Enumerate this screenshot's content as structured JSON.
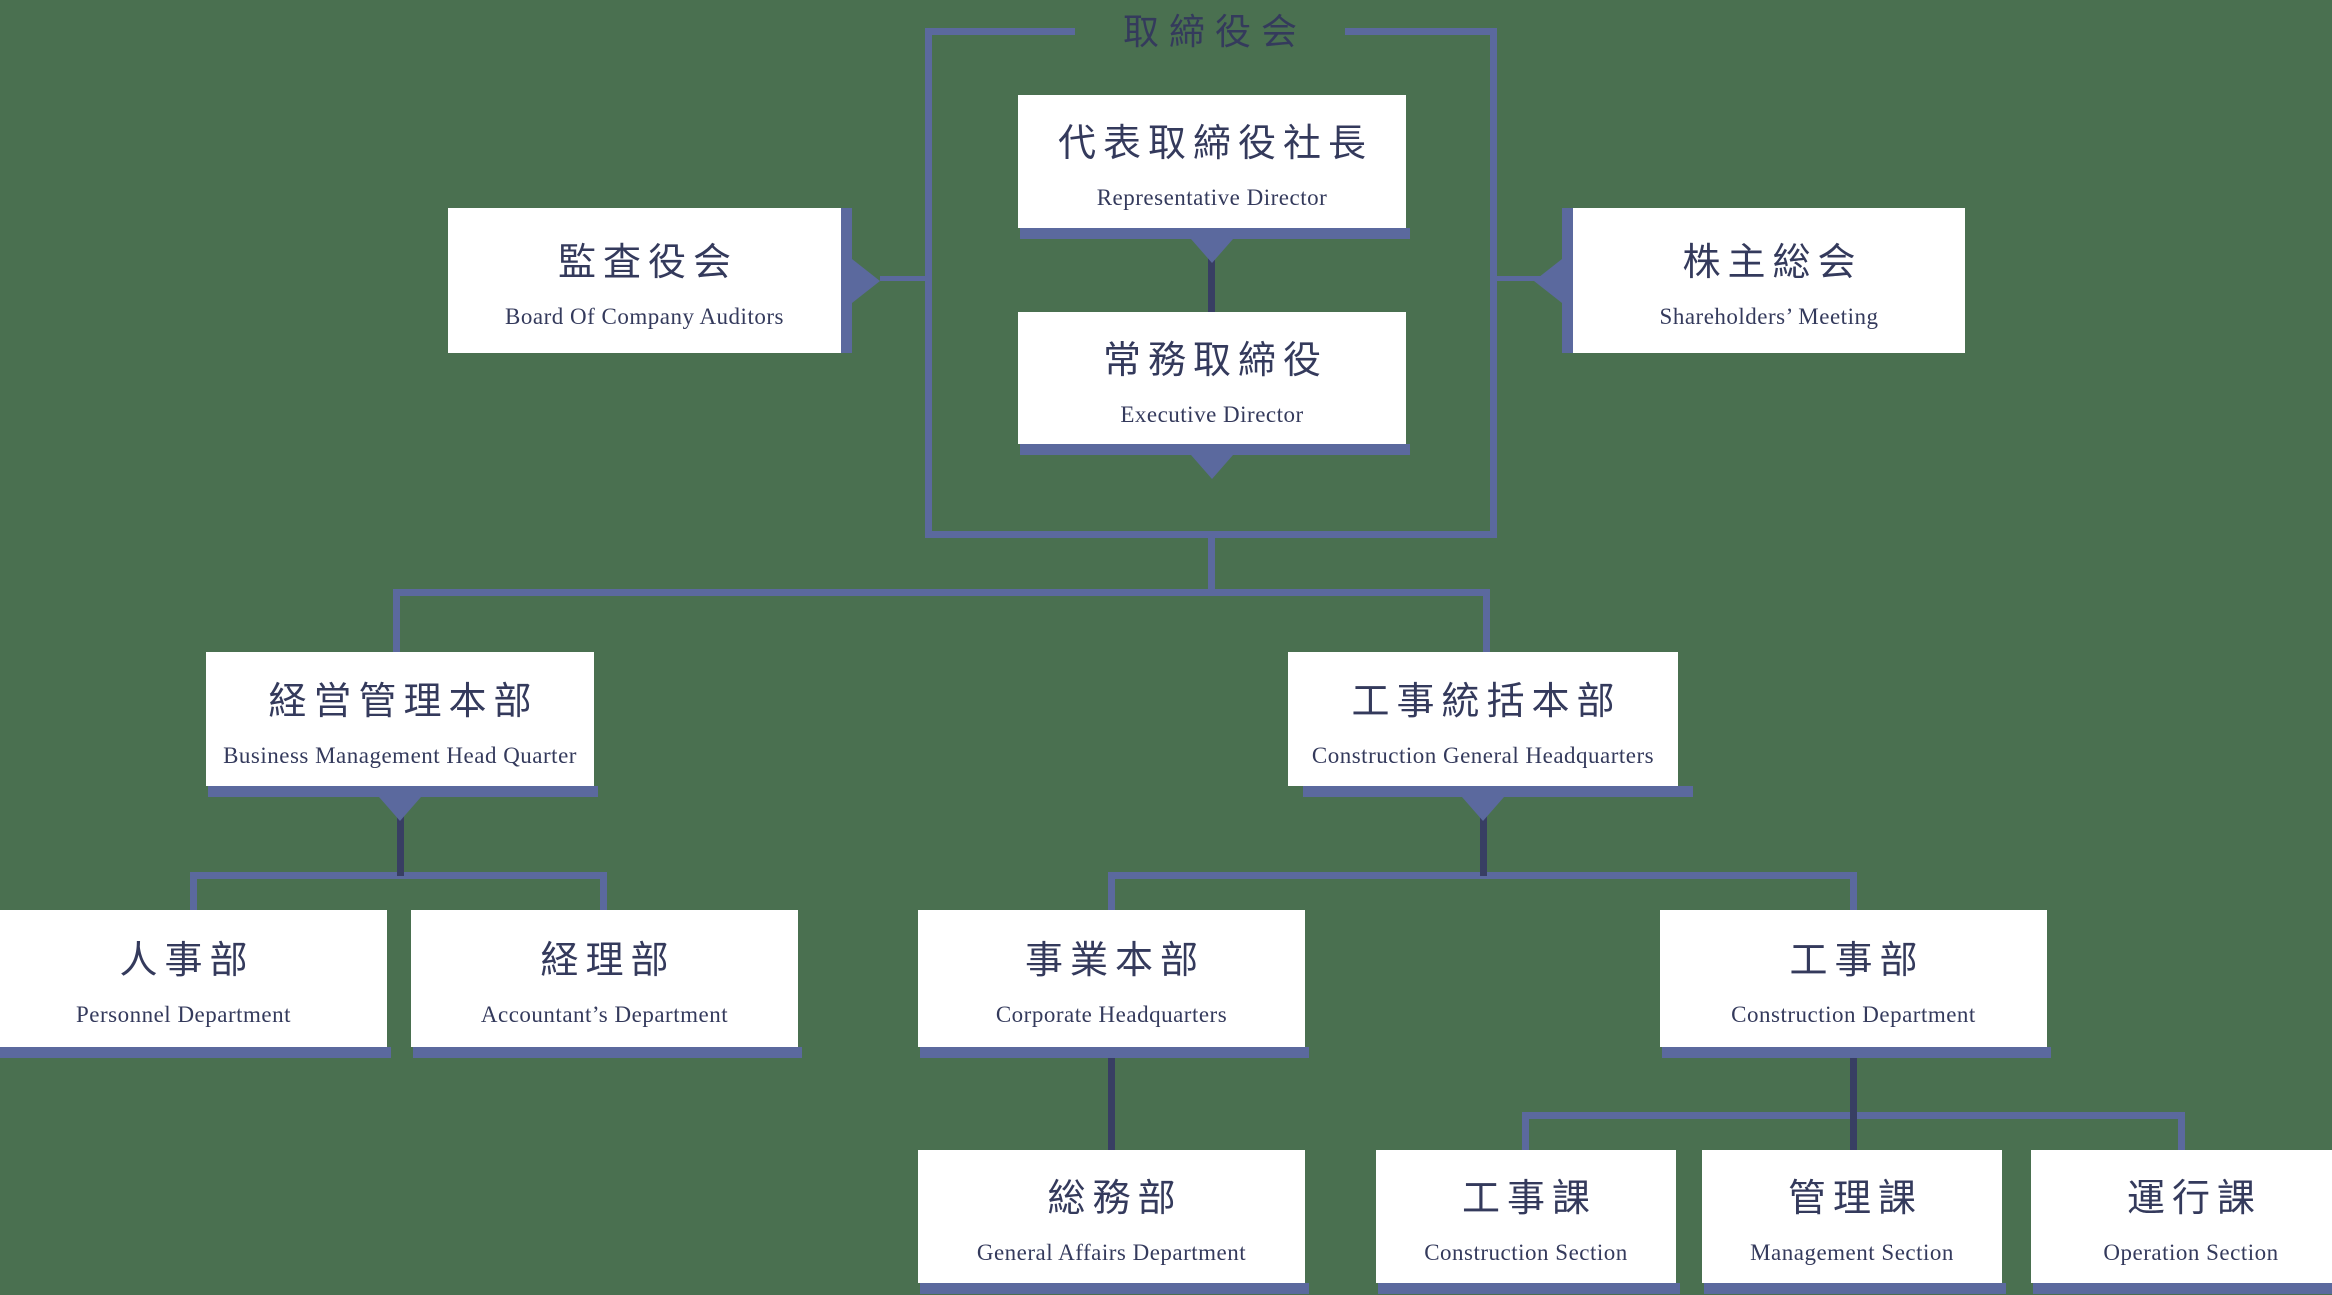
{
  "colors": {
    "background": "#4a7050",
    "line": "#5b699e",
    "dark_line": "#383e63",
    "box": "#ffffff",
    "text": "#343a5c"
  },
  "board_frame": {
    "label_jp": "取締役会"
  },
  "nodes": {
    "representative_director": {
      "jp": "代表取締役社長",
      "en": "Representative Director"
    },
    "board_of_company_auditors": {
      "jp": "監査役会",
      "en": "Board Of Company Auditors"
    },
    "shareholders_meeting": {
      "jp": "株主総会",
      "en": "Shareholders’ Meeting"
    },
    "executive_director": {
      "jp": "常務取締役",
      "en": "Executive Director"
    },
    "business_management_hq": {
      "jp": "経営管理本部",
      "en": "Business Management Head Quarter"
    },
    "construction_general_hq": {
      "jp": "工事統括本部",
      "en": "Construction General Headquarters"
    },
    "personnel_department": {
      "jp": "人事部",
      "en": "Personnel Department"
    },
    "accountants_department": {
      "jp": "経理部",
      "en": "Accountant’s Department"
    },
    "corporate_headquarters": {
      "jp": "事業本部",
      "en": "Corporate Headquarters"
    },
    "construction_department": {
      "jp": "工事部",
      "en": "Construction Department"
    },
    "general_affairs_department": {
      "jp": "総務部",
      "en": "General Affairs Department"
    },
    "construction_section": {
      "jp": "工事課",
      "en": "Construction Section"
    },
    "management_section": {
      "jp": "管理課",
      "en": "Management Section"
    },
    "operation_section": {
      "jp": "運行課",
      "en": "Operation Section"
    }
  }
}
